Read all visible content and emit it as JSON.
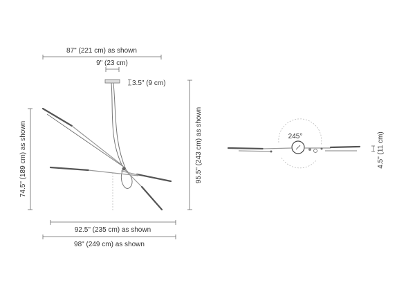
{
  "front_view": {
    "width_top": "87\" (221 cm) as shown",
    "canopy_width": "9\" (23 cm)",
    "canopy_height": "3.5\" (9 cm)",
    "overall_height": "95.5\" (243 cm) as shown",
    "left_height": "74.5\" (189 cm) as shown",
    "width_inner": "92.5\" (235 cm) as shown",
    "width_outer": "98\" (249 cm) as shown"
  },
  "side_view": {
    "rotation": "245°",
    "height": "4.5\" (11 cm)"
  }
}
